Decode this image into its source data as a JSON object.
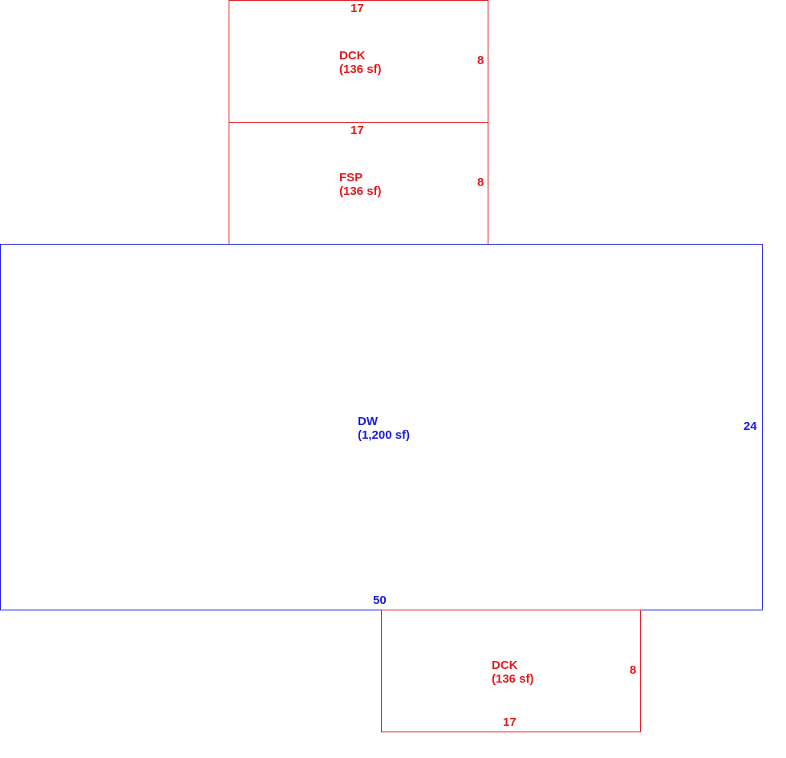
{
  "colors": {
    "accessory": "#e31a1c",
    "dwelling": "#1a1adf"
  },
  "areas": {
    "dck_top": {
      "code": "DCK",
      "area": "(136 sf)",
      "dim_width": "17",
      "dim_depth": "8"
    },
    "fsp": {
      "code": "FSP",
      "area": "(136 sf)",
      "dim_width": "17",
      "dim_depth": "8"
    },
    "dw": {
      "code": "DW",
      "area": "(1,200 sf)",
      "dim_width": "50",
      "dim_depth": "24"
    },
    "dck_bottom": {
      "code": "DCK",
      "area": "(136 sf)",
      "dim_width": "17",
      "dim_depth": "8"
    }
  }
}
